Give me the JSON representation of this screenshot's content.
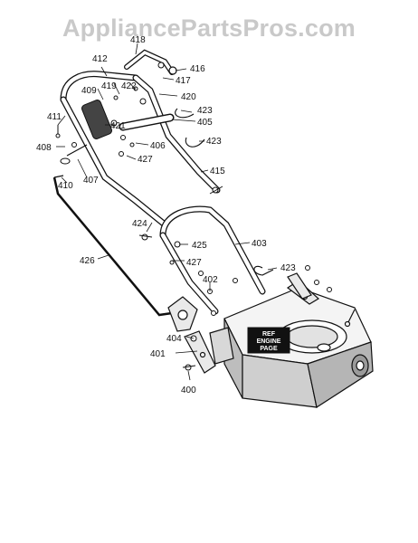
{
  "watermark": "AppliancePartsPros.com",
  "stamp": {
    "line1": "REF",
    "line2": "ENGINE",
    "line3": "PAGE"
  },
  "parts": {
    "p400": "400",
    "p401": "401",
    "p402": "402",
    "p403": "403",
    "p404": "404",
    "p405": "405",
    "p406": "406",
    "p407": "407",
    "p408": "408",
    "p409": "409",
    "p410": "410",
    "p411": "411",
    "p412": "412",
    "p415": "415",
    "p416": "416",
    "p417": "417",
    "p418": "418",
    "p419": "419",
    "p420": "420",
    "p421": "421",
    "p422": "422",
    "p423a": "423",
    "p423b": "423",
    "p423c": "423",
    "p424": "424",
    "p425": "425",
    "p426": "426",
    "p427a": "427",
    "p427b": "427"
  }
}
